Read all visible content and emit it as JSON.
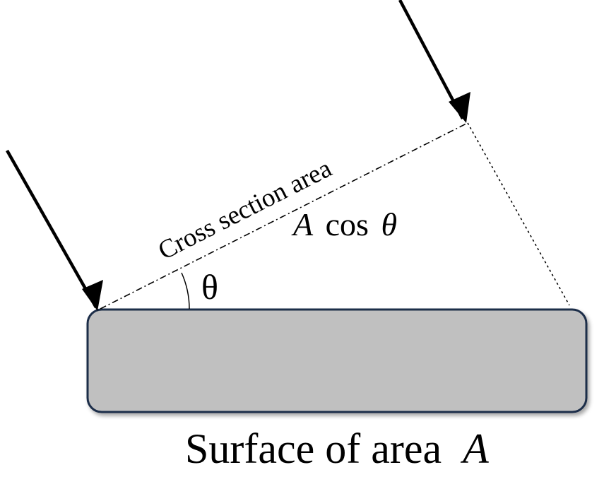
{
  "diagram": {
    "cross_section_label": "Cross section area",
    "area_expression": {
      "coefficient": "A",
      "function": "cos",
      "angle": "θ"
    },
    "angle_label": "θ",
    "surface_label": {
      "text": "Surface of area ",
      "variable": "A"
    },
    "colors": {
      "surface_fill": "#c0c0c0",
      "surface_border": "#1f2d4a",
      "lines": "#000000"
    }
  }
}
